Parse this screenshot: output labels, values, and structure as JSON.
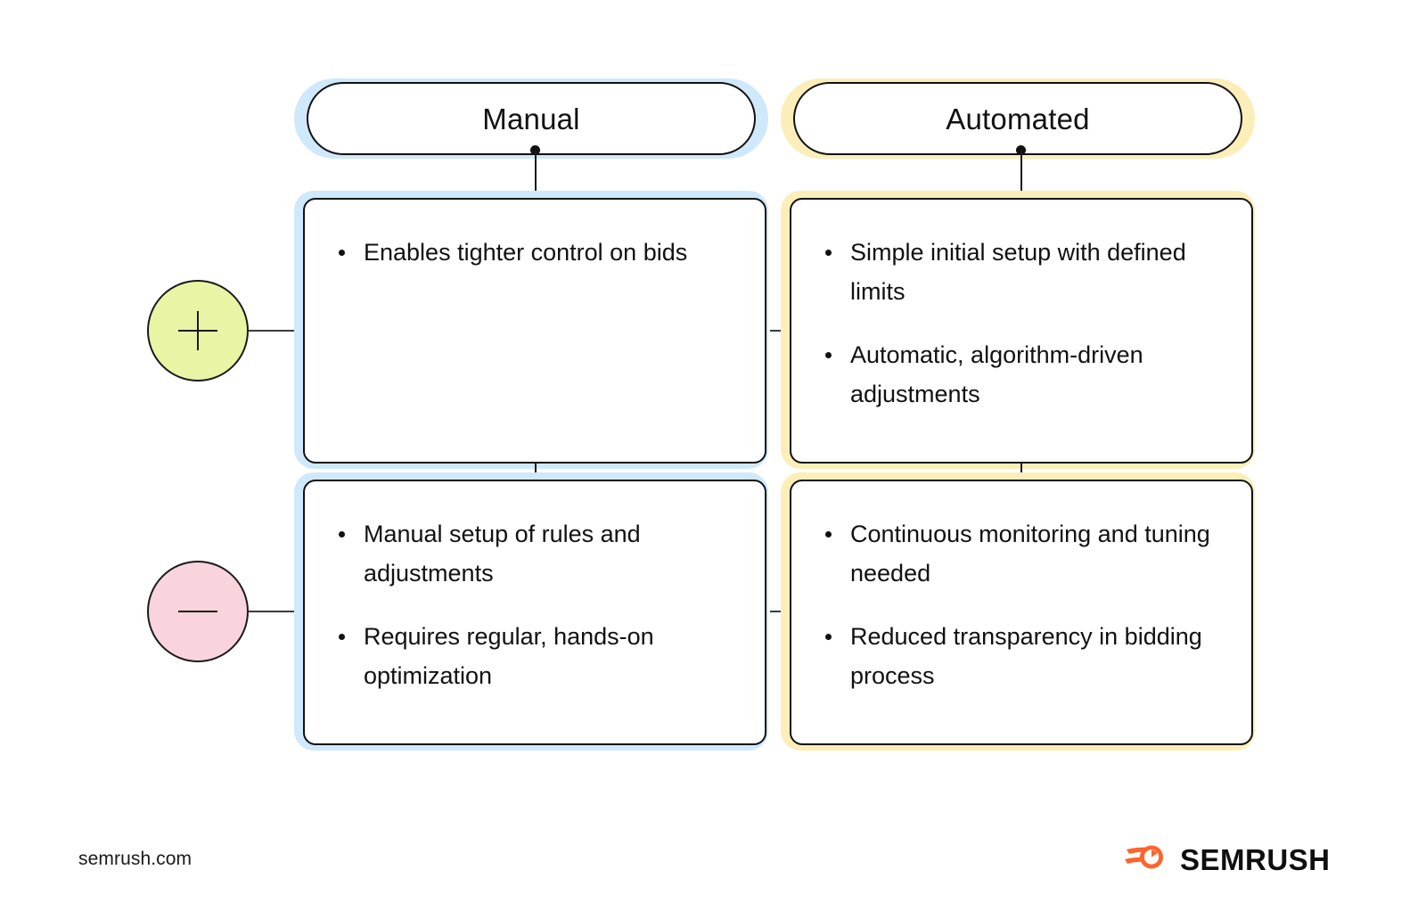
{
  "columns": [
    {
      "id": "manual",
      "title": "Manual",
      "accent": "#cfe9fb",
      "pros": [
        "Enables tighter control on bids"
      ],
      "cons": [
        "Manual setup of rules and adjustments",
        "Requires regular, hands-on optimization"
      ]
    },
    {
      "id": "automated",
      "title": "Automated",
      "accent": "#fbeeb8",
      "pros": [
        "Simple initial setup with defined limits",
        "Automatic, algorithm-driven adjustments"
      ],
      "cons": [
        "Continuous monitoring and tuning needed",
        "Reduced transparency in bidding process"
      ]
    }
  ],
  "markers": {
    "pros": {
      "icon": "plus-icon",
      "symbol": "+",
      "fill": "#e9f5a5"
    },
    "cons": {
      "icon": "minus-icon",
      "symbol": "−",
      "fill": "#fad4dd"
    }
  },
  "footer": {
    "url": "semrush.com",
    "brand_name": "SEMRUSH",
    "brand_color": "#ff642d"
  }
}
